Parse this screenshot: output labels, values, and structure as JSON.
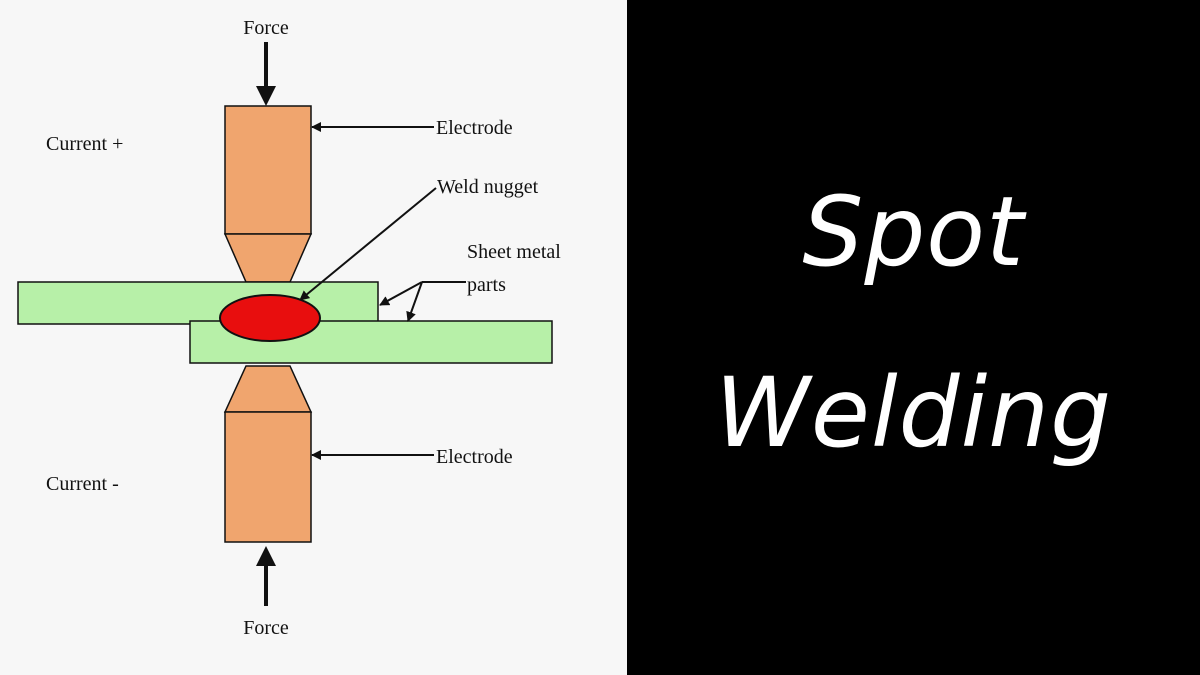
{
  "diagram": {
    "labels": {
      "force_top": "Force",
      "force_bottom": "Force",
      "current_positive": "Current +",
      "current_negative": "Current -",
      "electrode_top": "Electrode",
      "electrode_bottom": "Electrode",
      "weld_nugget": "Weld nugget",
      "sheet_metal_line1": "Sheet metal",
      "sheet_metal_line2": "parts"
    },
    "colors": {
      "electrode": "#f0a56e",
      "sheet_metal": "#b7f0a8",
      "weld_nugget": "#e80e0e",
      "outline": "#111111",
      "background": "#f7f7f7"
    }
  },
  "title": {
    "line1": "Spot",
    "line2": "Welding",
    "text_color": "#ffffff",
    "background_color": "#000000"
  }
}
